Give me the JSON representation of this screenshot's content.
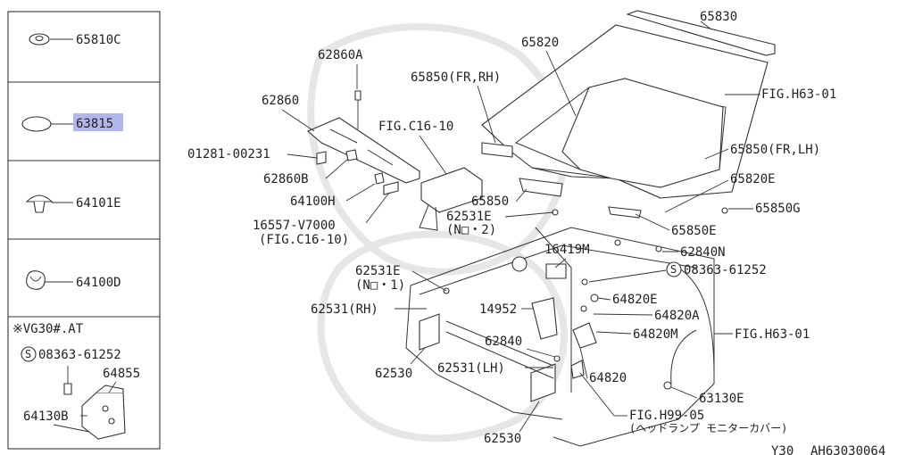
{
  "side_panel": {
    "cells": [
      {
        "part": "65810C"
      },
      {
        "part": "63815",
        "highlighted": true
      },
      {
        "part": "64101E"
      },
      {
        "part": "64100D"
      }
    ],
    "option_note": "※VG30#.AT",
    "option_bolt": "08363-61252",
    "option_bolt_prefix": "S",
    "option_parts": [
      "64855",
      "64130B"
    ]
  },
  "callouts": {
    "p65830": "65830",
    "p65820": "65820",
    "fig_h63_top": "FIG.H63-01",
    "p65850_fr_rh": "65850(FR,RH)",
    "p65850_fr_lh": "65850(FR,LH)",
    "p62860a": "62860A",
    "p62860": "62860",
    "fig_c16": "FIG.C16-10",
    "p01281": "01281-00231",
    "p62860b": "62860B",
    "p64100h": "64100H",
    "p16557": "16557-V7000",
    "p16557_ref": "(FIG.C16-10)",
    "p65850": "65850",
    "p62531e_2": "62531E",
    "p62531e_2_note": "(N□・2)",
    "p65820e": "65820E",
    "p65850g": "65850G",
    "p65850e": "65850E",
    "p16419m": "16419M",
    "p62840n": "62840N",
    "p08363": "08363-61252",
    "p08363_prefix": "S",
    "p62531e_1": "62531E",
    "p62531e_1_note": "(N□・1)",
    "p64820e": "64820E",
    "p62531rh": "62531(RH)",
    "p14952": "14952",
    "p64820a": "64820A",
    "p64820m": "64820M",
    "fig_h63_right": "FIG.H63-01",
    "p62840": "62840",
    "p62530_left": "62530",
    "p62531lh": "62531(LH)",
    "p64820": "64820",
    "p63130e": "63130E",
    "fig_h99": "FIG.H99-05",
    "fig_h99_note": "(ヘッドランプ モニターカバー)",
    "p62530_bottom": "62530"
  },
  "footer": {
    "model": "Y30",
    "diagram_code": "AH63030064"
  },
  "colors": {
    "highlight": "#9a9ee0",
    "line": "#333333",
    "watermark": "#e6e6e6"
  }
}
